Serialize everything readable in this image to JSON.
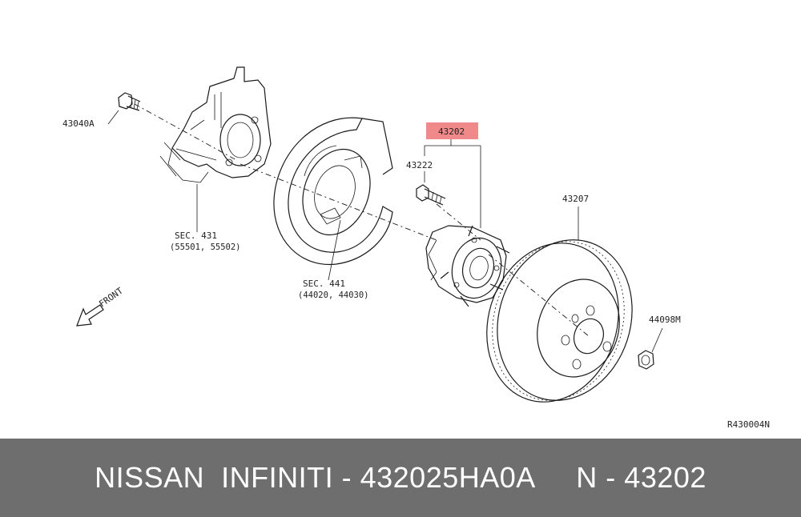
{
  "diagram": {
    "labels": {
      "bolt": "43040A",
      "sec431": "SEC. 431",
      "sec431_parts": "(55501, 55502)",
      "sec441": "SEC. 441",
      "sec441_parts": "(44020, 44030)",
      "hub_assembly": "43202",
      "hub_bolt": "43222",
      "rotor": "43207",
      "nut": "44098M",
      "front": "FRONT",
      "ref_code": "R430004N"
    },
    "highlight_color": "#f08a8a"
  },
  "footer": {
    "text": "NISSAN  INFINITI - 432025HA0A     N - 43202"
  }
}
